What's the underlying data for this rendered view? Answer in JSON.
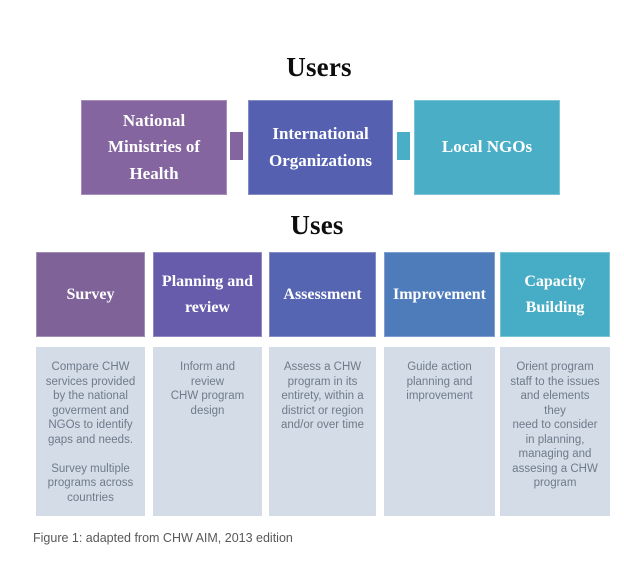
{
  "figure": {
    "caption": "Figure 1: adapted from CHW AIM, 2013 edition"
  },
  "users": {
    "title": "Users",
    "items": [
      {
        "label": "National Ministries of Health",
        "color": "#84659F"
      },
      {
        "label": "International Organizations",
        "color": "#5561B0"
      },
      {
        "label": "Local NGOs",
        "color": "#49AEC6"
      }
    ],
    "connectors": [
      {
        "color": "#84659F"
      },
      {
        "color": "#49AEC6"
      }
    ]
  },
  "uses": {
    "title": "Uses",
    "description_bg": "#D3DCE7",
    "description_text_color": "#6F7B8A",
    "columns": [
      {
        "label": "Survey",
        "color": "#7E6298",
        "description": "Compare CHW\nservices provided\nby the national\ngoverment and\nNGOs to identify\ngaps and needs.\n\nSurvey multiple\nprograms across\ncountries"
      },
      {
        "label": "Planning and review",
        "color": "#665CAB",
        "description": "Inform and review\nCHW program\ndesign"
      },
      {
        "label": "Assessment",
        "color": "#5565B2",
        "description": "Assess a CHW\nprogram in its\nentirety, within a\ndistrict or region\nand/or over time"
      },
      {
        "label": "Improvement",
        "color": "#4E7CBB",
        "description": "Guide action\nplanning and\nimprovement"
      },
      {
        "label": "Capacity Building",
        "color": "#47ACC5",
        "description": "Orient program\nstaff to the issues\nand elements they\nneed to consider\nin planning,\nmanaging and\nassesing a CHW\nprogram"
      }
    ]
  }
}
